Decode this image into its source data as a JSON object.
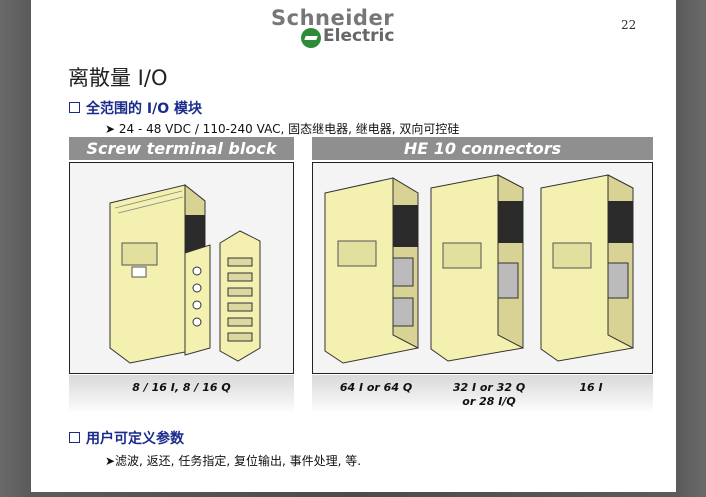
{
  "logo": {
    "top": "Schneider",
    "bottom": "Electric"
  },
  "page_number": "22",
  "title": "离散量 I/O",
  "section1": {
    "label": "全范围的 I/O 模块"
  },
  "section1_detail": "➤ 24 - 48 VDC / 110-240 VAC, 固态继电器, 继电器, 双向可控硅",
  "bars": {
    "screw": "Screw terminal block",
    "he10": "HE 10 connectors"
  },
  "captions": {
    "screw": "8 / 16 I, 8 / 16 Q",
    "he64": "64 I or 64 Q",
    "he32_line1": "32 I or 32 Q",
    "he32_line2": "or 28 I/Q",
    "he16": "16 I"
  },
  "section2": {
    "label": "用户可定义参数"
  },
  "section2_detail": "➤滤波, 返还, 任务指定, 复位输出, 事件处理, 等.",
  "colors": {
    "module": "#f3f0b0",
    "module_shadow": "#c9c48a",
    "bullet": "#1a2b8c",
    "bar": "#8f8f8f"
  }
}
